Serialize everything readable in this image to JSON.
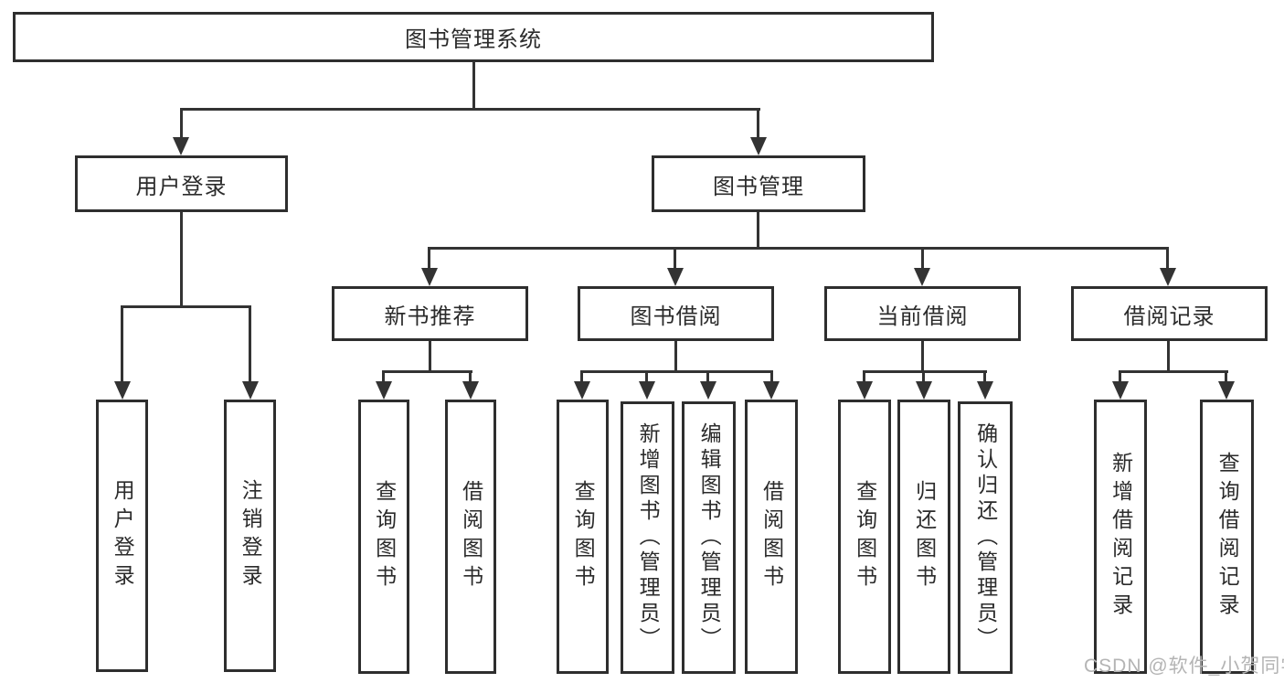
{
  "diagram": {
    "type": "hierarchy-functional-structure",
    "root": {
      "label": "图书管理系统"
    },
    "branches": {
      "user_login": {
        "label": "用户登录",
        "children": [
          {
            "label": "用户登录"
          },
          {
            "label": "注销登录"
          }
        ]
      },
      "book_mgmt": {
        "label": "图书管理",
        "children": [
          {
            "label": "新书推荐",
            "children": [
              {
                "label": "查询图书"
              },
              {
                "label": "借阅图书"
              }
            ]
          },
          {
            "label": "图书借阅",
            "children": [
              {
                "label": "查询图书"
              },
              {
                "label": "新增图书（管理员）"
              },
              {
                "label": "编辑图书（管理员）"
              },
              {
                "label": "借阅图书"
              }
            ]
          },
          {
            "label": "当前借阅",
            "children": [
              {
                "label": "查询图书"
              },
              {
                "label": "归还图书"
              },
              {
                "label": "确认归还（管理员）"
              }
            ]
          },
          {
            "label": "借阅记录",
            "children": [
              {
                "label": "新增借阅记录"
              },
              {
                "label": "查询借阅记录"
              }
            ]
          }
        ]
      }
    },
    "colors": {
      "line": "#333333",
      "box_border": "#2e2e2e",
      "text": "#2b2b2b",
      "watermark": "#b4b4b4",
      "background": "#ffffff"
    }
  },
  "watermark": {
    "text": "CSDN @软件_小贺同学"
  }
}
